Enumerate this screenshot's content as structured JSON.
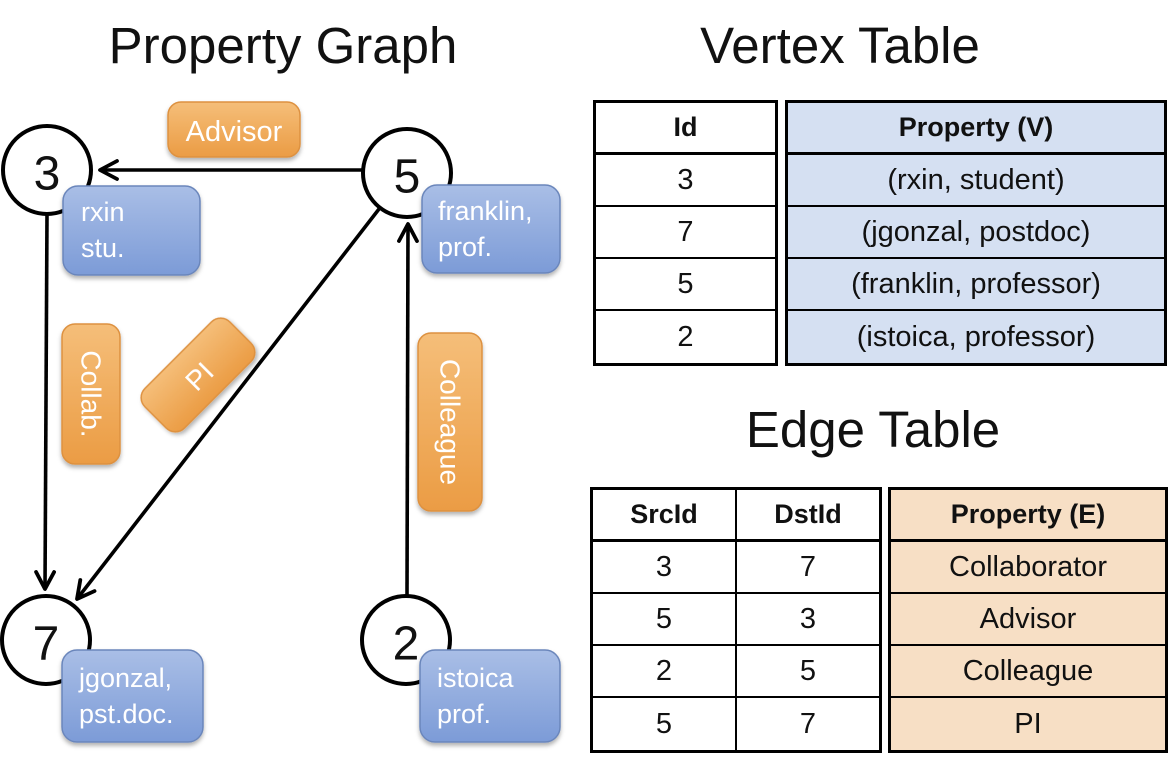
{
  "graph": {
    "title": "Property Graph",
    "nodes": [
      {
        "id": "3",
        "prop_line1": "rxin",
        "prop_line2": "stu."
      },
      {
        "id": "5",
        "prop_line1": "franklin,",
        "prop_line2": "prof."
      },
      {
        "id": "7",
        "prop_line1": "jgonzal,",
        "prop_line2": "pst.doc."
      },
      {
        "id": "2",
        "prop_line1": "istoica",
        "prop_line2": "prof."
      }
    ],
    "edge_labels": {
      "advisor": "Advisor",
      "collab": "Collab.",
      "pi": "PI",
      "colleague": "Colleague"
    }
  },
  "vertex_table": {
    "title": "Vertex Table",
    "columns": {
      "id": "Id",
      "property": "Property (V)"
    },
    "rows": [
      {
        "id": "3",
        "property": "(rxin, student)"
      },
      {
        "id": "7",
        "property": "(jgonzal, postdoc)"
      },
      {
        "id": "5",
        "property": "(franklin, professor)"
      },
      {
        "id": "2",
        "property": "(istoica, professor)"
      }
    ]
  },
  "edge_table": {
    "title": "Edge Table",
    "columns": {
      "src": "SrcId",
      "dst": "DstId",
      "property": "Property (E)"
    },
    "rows": [
      {
        "src": "3",
        "dst": "7",
        "property": "Collaborator"
      },
      {
        "src": "5",
        "dst": "3",
        "property": "Advisor"
      },
      {
        "src": "2",
        "dst": "5",
        "property": "Colleague"
      },
      {
        "src": "5",
        "dst": "7",
        "property": "PI"
      }
    ]
  },
  "colors": {
    "edge_label_orange_top": "#F5BE79",
    "edge_label_orange_bottom": "#EB9C44",
    "edge_label_border": "#DD9140",
    "node_property_blue_top": "#A9BEE6",
    "node_property_blue_bottom": "#7C9BD7",
    "node_property_border": "#6B86BB",
    "vertex_property_fill": "#D5E0F2",
    "edge_property_fill": "#F7DFC5",
    "line_color": "#000000"
  }
}
